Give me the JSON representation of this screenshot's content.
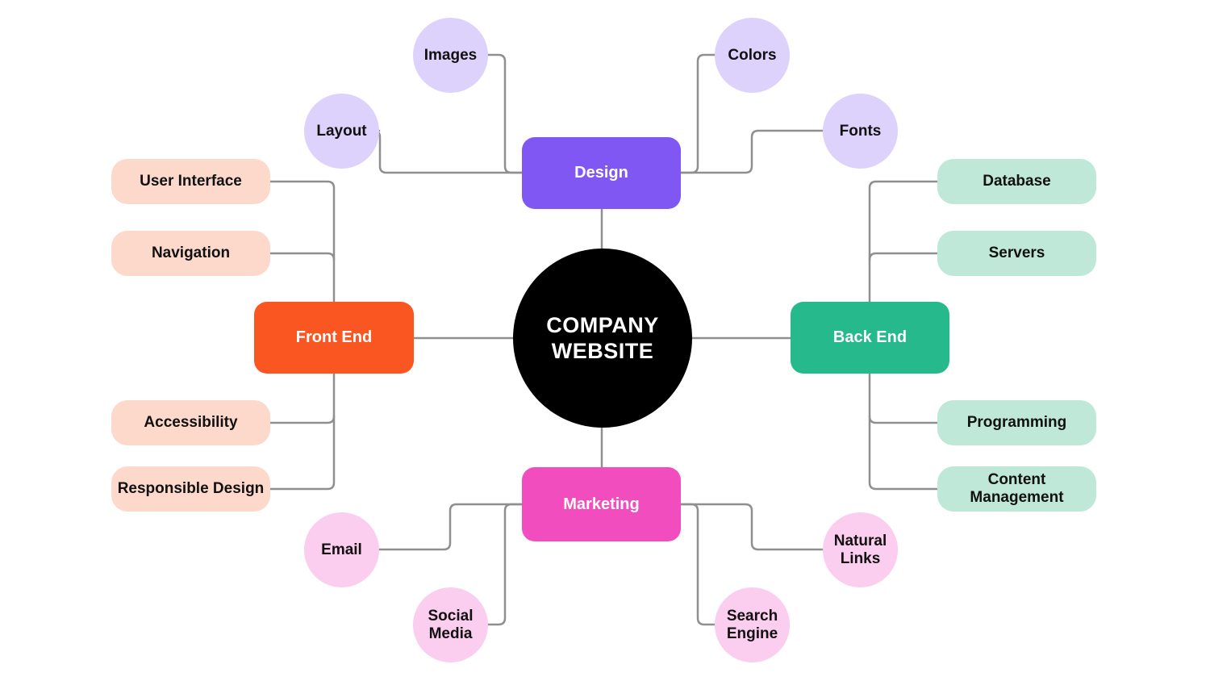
{
  "colors": {
    "design": "#8157f3",
    "front_end": "#fa5621",
    "back_end": "#26b98b",
    "marketing": "#f24dbe",
    "design_leaf": "#ddd2fb",
    "front_leaf": "#fdd9cc",
    "back_leaf": "#bfe8d9",
    "marketing_leaf": "#fbcdee",
    "connector": "#8f8f8f"
  },
  "center": {
    "line1": "COMPANY",
    "line2": "WEBSITE"
  },
  "branches": {
    "design": {
      "label": "Design",
      "children": [
        "Images",
        "Colors",
        "Layout",
        "Fonts"
      ]
    },
    "front_end": {
      "label": "Front End",
      "children": [
        "User Interface",
        "Navigation",
        "Accessibility",
        "Responsible Design"
      ]
    },
    "back_end": {
      "label": "Back End",
      "children": [
        "Database",
        "Servers",
        "Programming",
        "Content Management"
      ]
    },
    "marketing": {
      "label": "Marketing",
      "children": [
        "Email",
        "Social Media",
        "Natural Links",
        "Search Engine"
      ]
    }
  }
}
